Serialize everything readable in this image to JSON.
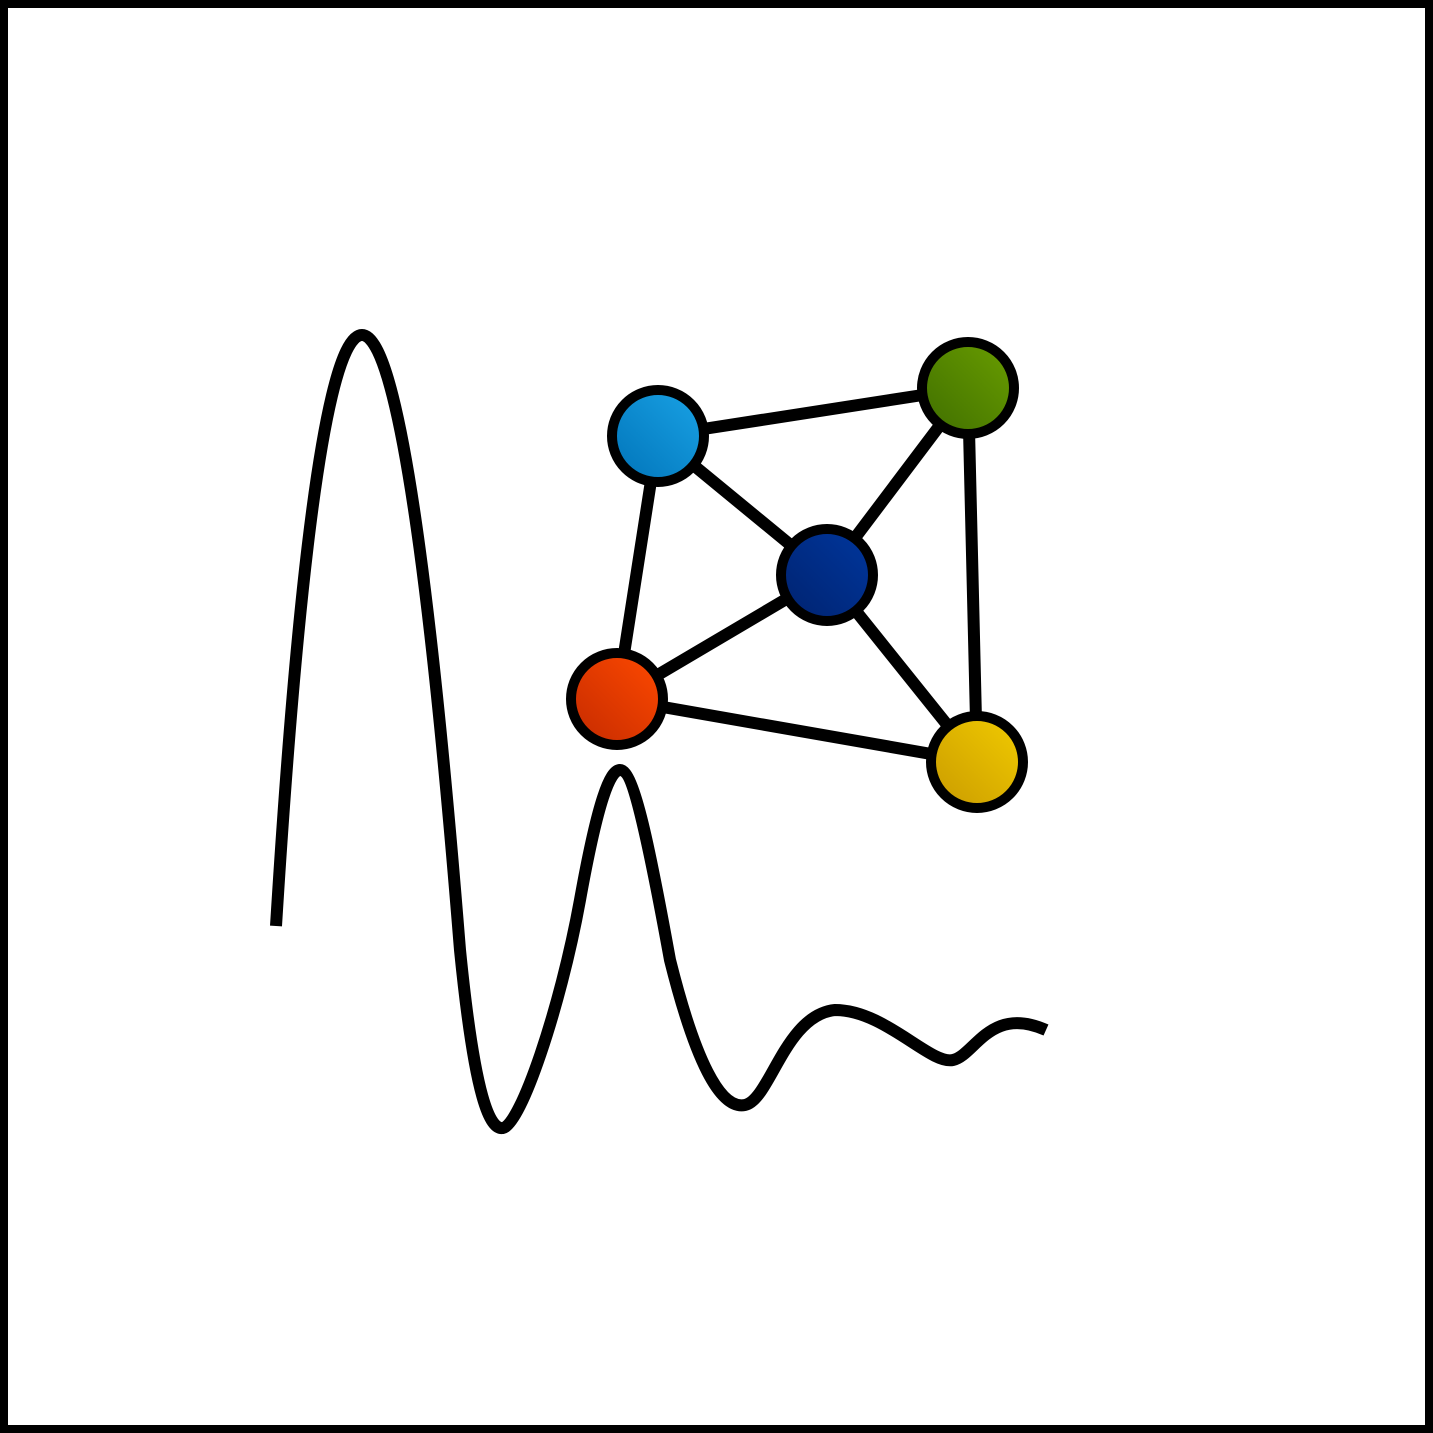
{
  "logo": {
    "stroke_color": "#000000",
    "background_color": "#ffffff",
    "nodes": [
      {
        "id": "light-blue",
        "color_light": "#1aa3e6",
        "color_dark": "#0073b8"
      },
      {
        "id": "green",
        "color_light": "#6a9e00",
        "color_dark": "#3f6e00"
      },
      {
        "id": "navy",
        "color_light": "#00379e",
        "color_dark": "#00226e"
      },
      {
        "id": "red",
        "color_light": "#ff4a00",
        "color_dark": "#c42a00"
      },
      {
        "id": "yellow",
        "color_light": "#f2cc00",
        "color_dark": "#c99a00"
      }
    ]
  }
}
